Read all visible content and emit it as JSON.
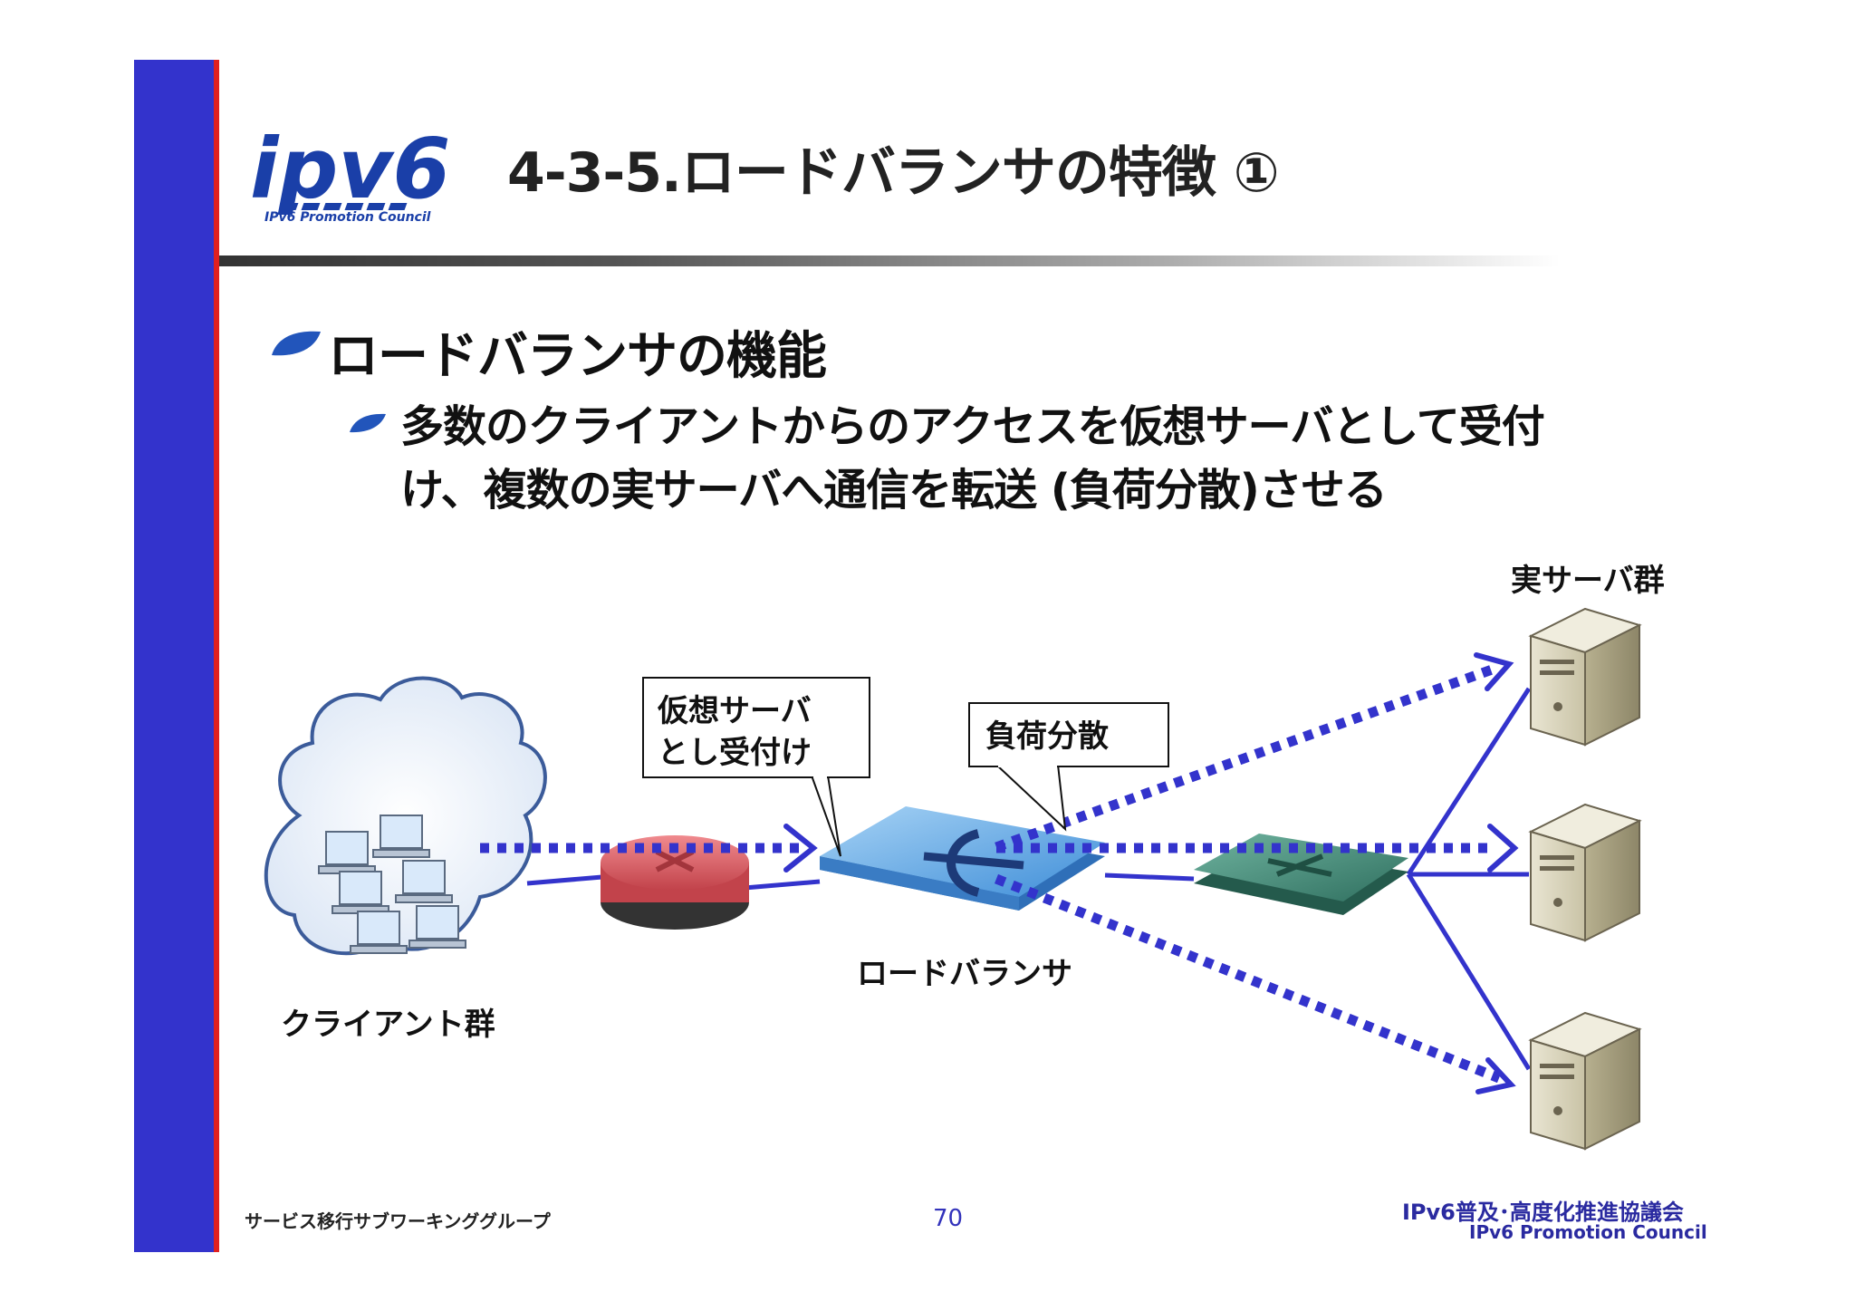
{
  "header": {
    "title": "4-3-5.ロードバランサの特徴 ①",
    "logo_text": "ipv6",
    "logo_subtext": "IPv6 Promotion Council"
  },
  "bullets": {
    "level1": "ロードバランサの機能",
    "level2_line1": "多数のクライアントからのアクセスを仮想サーバとして受付",
    "level2_line2": "け、複数の実サーバへ通信を転送 (負荷分散)させる"
  },
  "diagram": {
    "client_label": "クライアント群",
    "lb_label": "ロードバランサ",
    "servers_label": "実サーバ群",
    "callout_virtual_line1": "仮想サーバ",
    "callout_virtual_line2": "とし受付け",
    "callout_balance": "負荷分散"
  },
  "footer": {
    "left": "サービス移行サブワーキンググループ",
    "page": "70",
    "org_jp": "IPv6普及･高度化推進協議会",
    "org_en": "IPv6 Promotion  Council"
  },
  "colors": {
    "sidebar": "#3333cc",
    "accent_red": "#e02020",
    "arrow": "#3333cc",
    "router": "#d9535a",
    "load_balancer": "#5ba3e0",
    "switch": "#3d8a78"
  }
}
